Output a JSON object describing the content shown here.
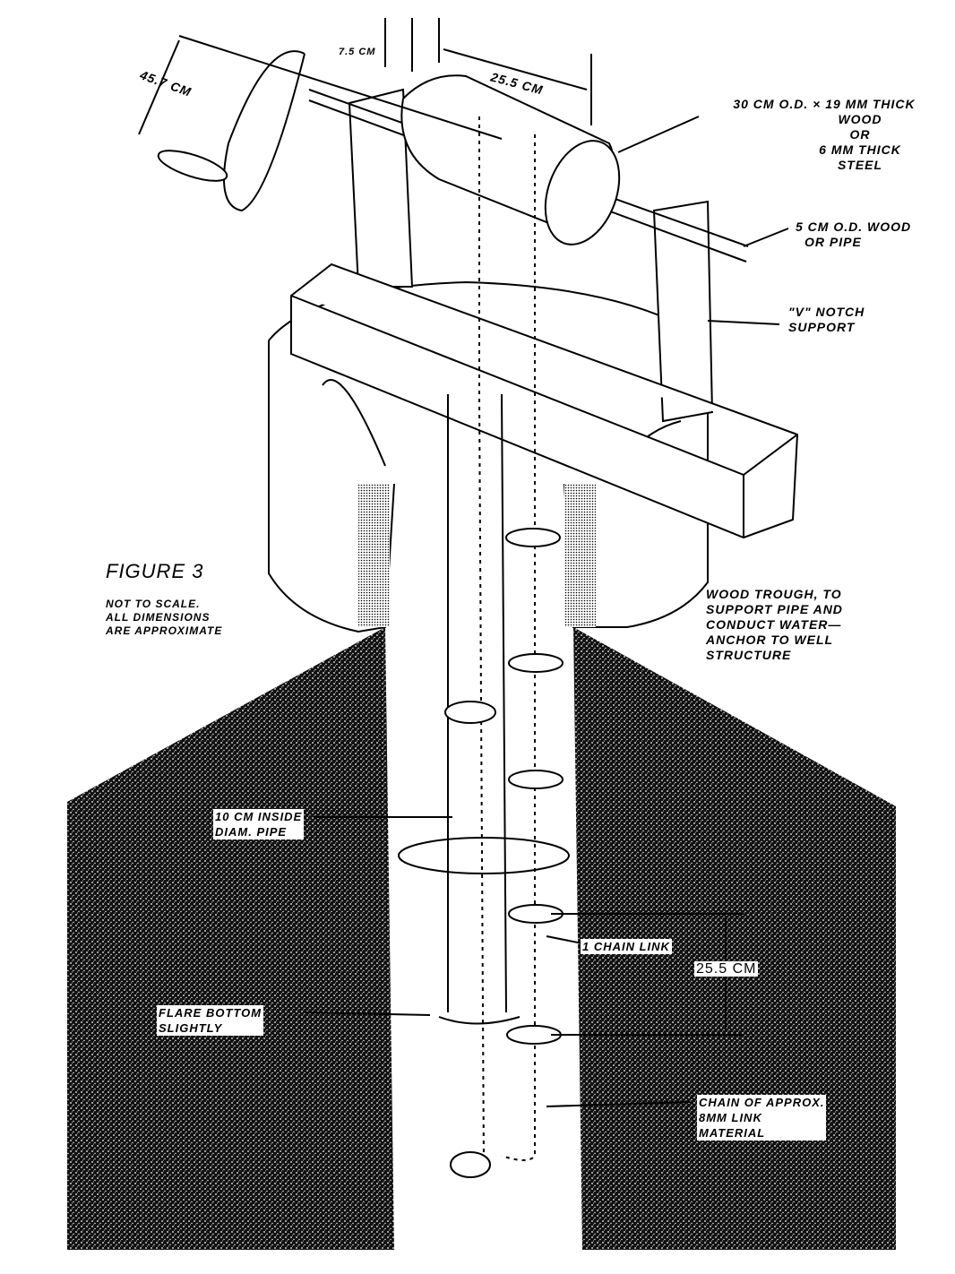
{
  "figure": {
    "title": "FIGURE 3",
    "notes": [
      "NOT TO SCALE.",
      "ALL DIMENSIONS",
      "ARE APPROXIMATE"
    ]
  },
  "dimensions": {
    "crank_length": "45.7 CM",
    "post_gap": "7.5 CM",
    "drum_length": "25.5 CM",
    "disc_spacing": "25.5 CM"
  },
  "labels": {
    "drum_spec": [
      "30 CM O.D. × 19 MM THICK",
      "WOOD",
      "OR",
      "6 MM THICK",
      "STEEL"
    ],
    "axle_spec": [
      "5 CM O.D. WOOD",
      "OR PIPE"
    ],
    "notch_support": [
      "\"V\" NOTCH",
      "SUPPORT"
    ],
    "trough": [
      "WOOD TROUGH, TO",
      "SUPPORT PIPE AND",
      "CONDUCT WATER—",
      "ANCHOR TO WELL",
      "STRUCTURE"
    ],
    "pipe": [
      "10 CM INSIDE",
      "DIAM. PIPE"
    ],
    "chain_link": "1 CHAIN LINK",
    "flare": [
      "FLARE BOTTOM",
      "SLIGHTLY"
    ],
    "chain": [
      "CHAIN OF APPROX.",
      "8MM LINK",
      "MATERIAL"
    ]
  }
}
